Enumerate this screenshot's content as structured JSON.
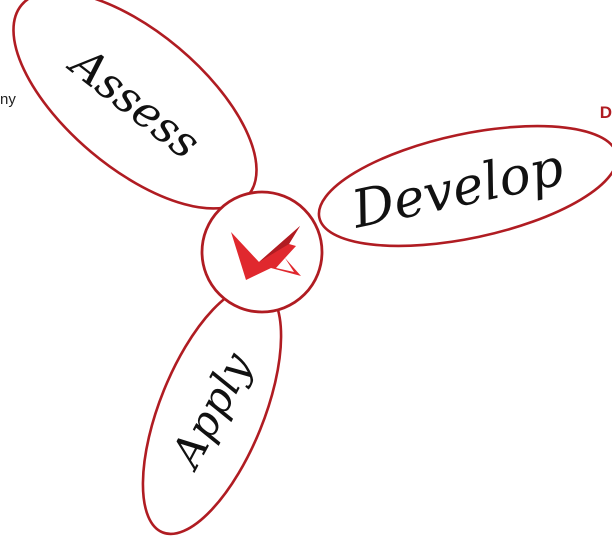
{
  "diagram": {
    "petals": {
      "assess": {
        "label": "Assess"
      },
      "develop": {
        "label": "Develop"
      },
      "apply": {
        "label": "Apply"
      }
    },
    "hub": {
      "icon": "red-bird-logo-icon"
    },
    "edge_text": {
      "left": "ny",
      "right": "D"
    }
  },
  "colors": {
    "outline": "#b01c22",
    "logo": "#e0282e",
    "text": "#111111"
  }
}
